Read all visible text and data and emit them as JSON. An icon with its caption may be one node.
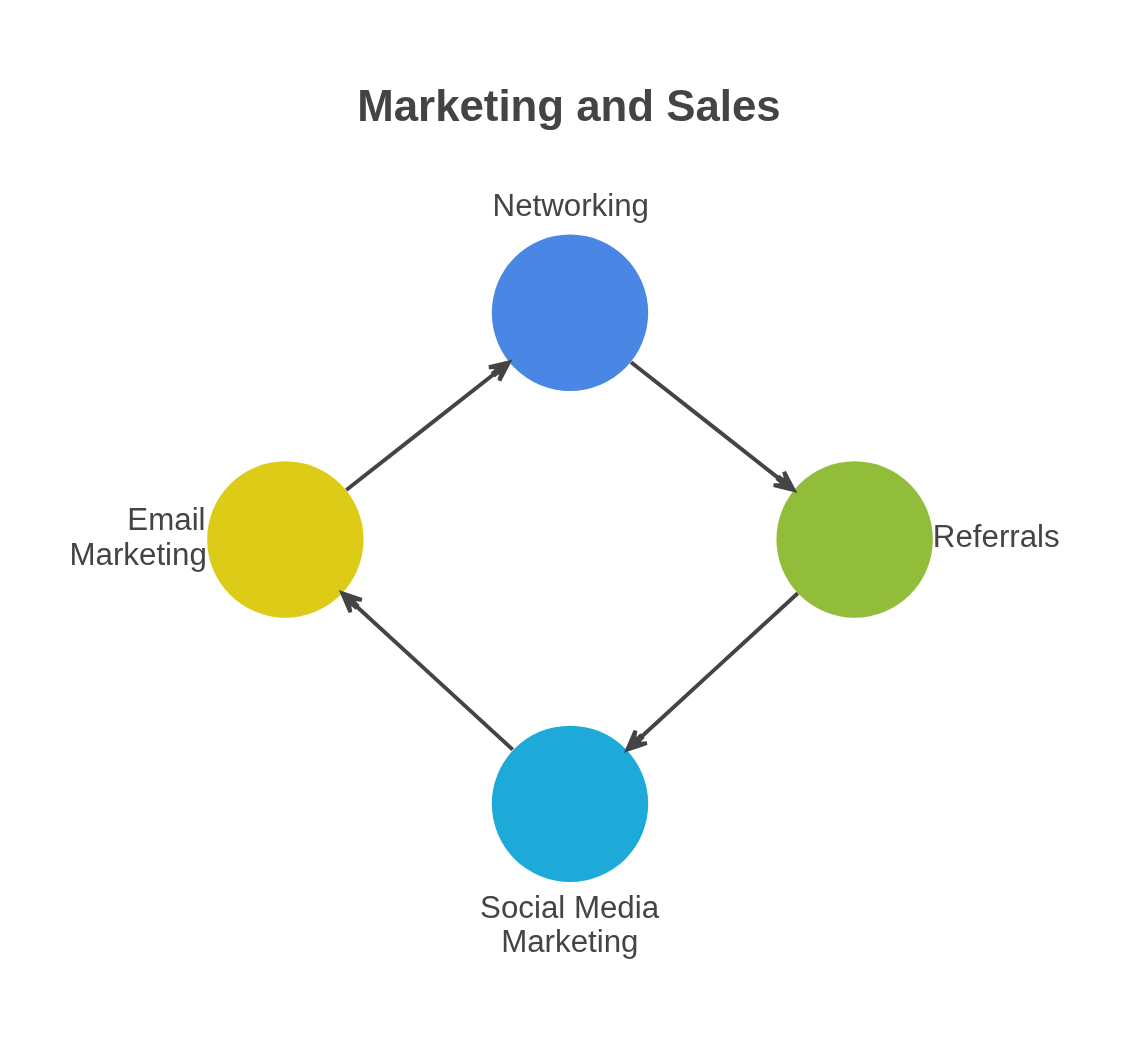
{
  "diagram": {
    "title": "Marketing and Sales",
    "nodes": [
      {
        "text": [
          "Networking"
        ]
      },
      {
        "text": [
          "Referrals"
        ]
      },
      {
        "text": [
          "Social Media Marketing"
        ]
      },
      {
        "text": [
          "Email Marketing"
        ]
      }
    ],
    "edges": [
      {
        "from": 0,
        "to": 1,
        "arrow": "to"
      },
      {
        "from": 1,
        "to": 2,
        "arrow": "to"
      },
      {
        "from": 2,
        "to": 3,
        "arrow": "to"
      },
      {
        "from": 3,
        "to": 0,
        "arrow": "to"
      }
    ]
  }
}
